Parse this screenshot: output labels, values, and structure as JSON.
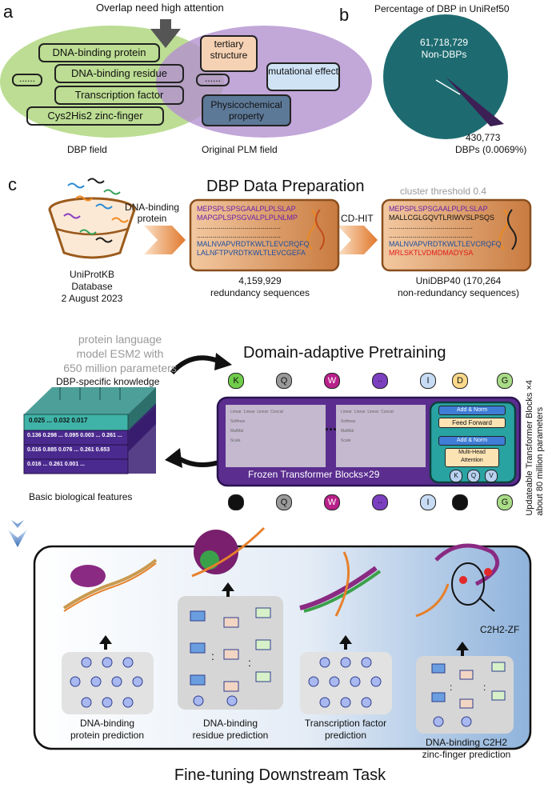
{
  "panel_a": {
    "label": "a",
    "overlap_note": "Overlap need high attention",
    "dbp_field_items": [
      "DNA-binding protein",
      "DNA-binding residue",
      "Transcription factor",
      "Cys2His2 zinc-finger"
    ],
    "dots": "......",
    "plm_items": {
      "tertiary": "tertiary structure",
      "mutational": "mutational effect",
      "physico": "Physicochemical property"
    },
    "dbp_field_label": "DBP field",
    "plm_field_label": "Original PLM field"
  },
  "panel_b": {
    "label": "b",
    "title": "Percentage of DBP in UniRef50",
    "non_dbp_count": "61,718,729",
    "non_dbp_label": "Non-DBPs",
    "dbp_count": "430,773",
    "dbp_label": "DBPs (0.0069%)",
    "colors": {
      "non_dbp": "#1d6b70",
      "dbp": "#3c1f54"
    }
  },
  "chart_data": {
    "type": "pie",
    "title": "Percentage of DBP in UniRef50",
    "categories": [
      "Non-DBPs",
      "DBPs"
    ],
    "values": [
      61718729,
      430773
    ]
  },
  "panel_c": {
    "label": "c",
    "prep_title": "DBP Data Preparation",
    "source_l1": "UniProtKB",
    "source_l2": "Database",
    "source_l3": "2 August 2023",
    "dna_binding_l1": "DNA-binding",
    "dna_binding_l2": "protein",
    "seq_box1": [
      "MEPSPLSPSGAALPLPLSLAP",
      "MAPGPLSPSGVALPLPLNLMP",
      "..........................................",
      "..........................................",
      "MALNVAPVRDTKWLTLEVCRQFQ",
      "LALNFTPVRDTKWLTLEVCGEFA"
    ],
    "redund_l1": "4,159,929",
    "redund_l2": "redundancy sequences",
    "cdhit": "CD-HIT",
    "cluster": "cluster threshold 0.4",
    "seq_box2": [
      "MEPSPLSPSGAALPLPLSLAP",
      "MALLCGLGQVTLRIWVSLPSQS",
      "..........................................",
      "..........................................",
      "MALNVAPVRDTKWLTLEVCRQFQ",
      "MRLSKTLVDMDMADYSA"
    ],
    "nonred_l1": "UniDBP40 (170,264",
    "nonred_l2": "non-redundancy sequences)",
    "esm_l1": "protein language",
    "esm_l2": "model ESM2 with",
    "esm_l3": "650 million parameters",
    "pretrain_title": "Domain-adaptive Pretraining",
    "top_tokens": [
      "K",
      "Q",
      "W",
      "..",
      "I",
      "D",
      "G"
    ],
    "bottom_tokens": [
      "",
      "Q",
      "W",
      "..",
      "I",
      "",
      "G"
    ],
    "knowledge_label": "DBP-specific knowledge",
    "feature_rows": [
      "0.025 ... 0.032 0.017",
      "0.136 0.298 ... 0.095 0.003 ... 0.261 ...",
      "0.016 0.885 0.076 ... 0.261 0.653",
      "0.016 ... 0.261 0.001 ..."
    ],
    "basic_label": "Basic biological features",
    "frozen_label": "Frozen  Transformer Blocks×29",
    "mini_block": [
      "Linear",
      "Linear",
      "Linear",
      "Concat",
      "Softmax",
      "MatMul",
      "Scale"
    ],
    "ellipsis": "...",
    "add_norm": "Add & Norm",
    "feed_forward": "Feed Forward",
    "mha_l1": "Multi-Head",
    "mha_l2": "Attention",
    "kqv": [
      "K",
      "Q",
      "V"
    ],
    "updatable_l1": "Updateable Transformer Blocks ×4",
    "updatable_l2": "about 80 million parameters"
  },
  "finetune": {
    "title": "Fine-tuning Downstream Task",
    "tasks": [
      {
        "l1": "DNA-binding",
        "l2": "protein prediction"
      },
      {
        "l1": "DNA-binding",
        "l2": "residue prediction"
      },
      {
        "l1": "Transcription factor",
        "l2": "prediction"
      },
      {
        "l1": "DNA-binding C2H2",
        "l2": "zinc-finger prediction"
      }
    ],
    "c2h2_label": "C2H2-ZF",
    "dots": ":"
  }
}
